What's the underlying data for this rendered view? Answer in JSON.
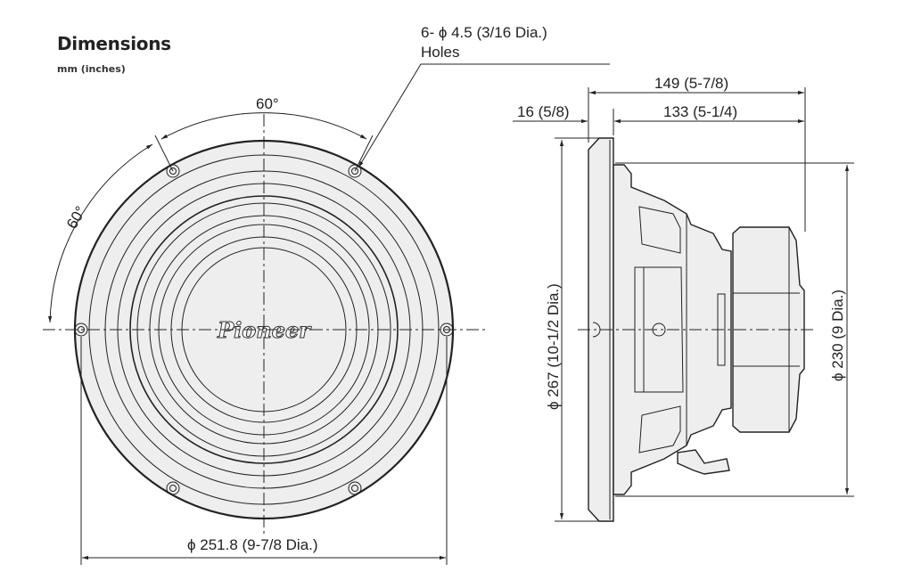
{
  "title": "Dimensions",
  "units": "mm (inches)",
  "labels": {
    "holes_line1": "6- ϕ 4.5 (3/16 Dia.)",
    "holes_line2": "Holes",
    "angle_top": "60°",
    "angle_left": "60°",
    "mount_dia": "ϕ 251.8 (9-7/8 Dia.)",
    "depth_total": "149 (5-7/8)",
    "flange_depth": "16 (5/8)",
    "mount_depth": "133 (5-1/4)",
    "outer_dia": "ϕ 267 (10-1/2 Dia.)",
    "cutout_dia": "ϕ 230 (9 Dia.)",
    "brand": "Pioneer"
  }
}
